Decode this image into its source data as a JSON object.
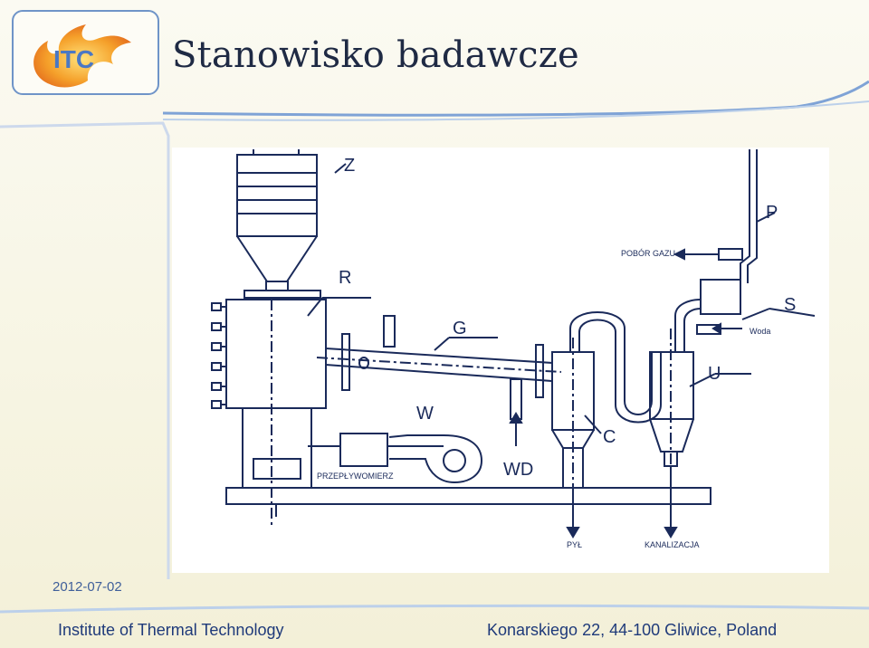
{
  "slide": {
    "title": "Stanowisko badawcze",
    "date": "2012-07-02",
    "footer_left": "Institute of Thermal Technology",
    "footer_right": "Konarskiego 22, 44-100 Gliwice, Poland"
  },
  "logo": {
    "text": "ITC"
  },
  "diagram": {
    "labels": {
      "z": "Z",
      "r": "R",
      "g": "G",
      "w": "W",
      "wd": "WD",
      "c": "C",
      "u": "U",
      "s": "S",
      "p": "P",
      "pobor_gazu": "POBÓR GAZU",
      "woda": "Woda",
      "przeplywomierz": "PRZEPŁYWOMIERZ",
      "pyl": "PYŁ",
      "kanalizacja": "KANALIZACJA"
    }
  },
  "colors": {
    "line": "#1a2a5a",
    "footer": "#1f3a7a",
    "accent": "#6f94c8"
  }
}
